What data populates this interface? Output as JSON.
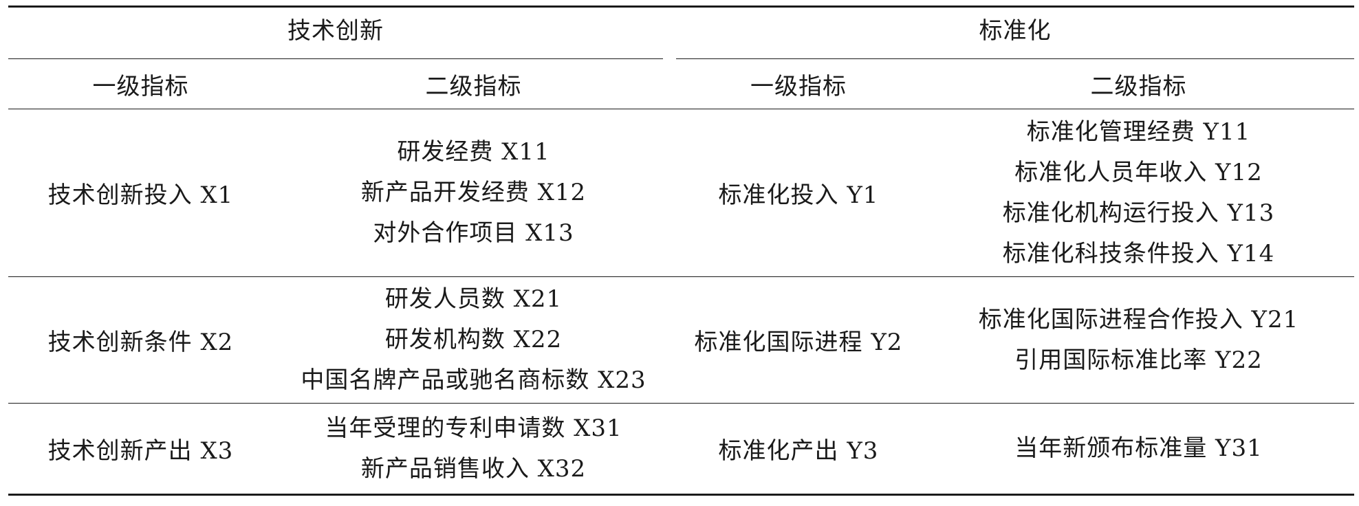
{
  "table": {
    "groups": [
      {
        "label": "技术创新"
      },
      {
        "label": "标准化"
      }
    ],
    "subheaders": [
      "一级指标",
      "二级指标",
      "一级指标",
      "二级指标"
    ],
    "rows": [
      {
        "tech_primary": "技术创新投入 X1",
        "tech_secondary": [
          "研发经费 X11",
          "新产品开发经费 X12",
          "对外合作项目 X13"
        ],
        "std_primary": "标准化投入 Y1",
        "std_secondary": [
          "标准化管理经费 Y11",
          "标准化人员年收入 Y12",
          "标准化机构运行投入 Y13",
          "标准化科技条件投入 Y14"
        ]
      },
      {
        "tech_primary": "技术创新条件 X2",
        "tech_secondary": [
          "研发人员数 X21",
          "研发机构数 X22",
          "中国名牌产品或驰名商标数 X23"
        ],
        "std_primary": "标准化国际进程 Y2",
        "std_secondary": [
          "标准化国际进程合作投入 Y21",
          "引用国际标准比率 Y22"
        ]
      },
      {
        "tech_primary": "技术创新产出 X3",
        "tech_secondary": [
          "当年受理的专利申请数 X31",
          "新产品销售收入 X32"
        ],
        "std_primary": "标准化产出 Y3",
        "std_secondary": [
          "当年新颁布标准量 Y31"
        ]
      }
    ]
  }
}
